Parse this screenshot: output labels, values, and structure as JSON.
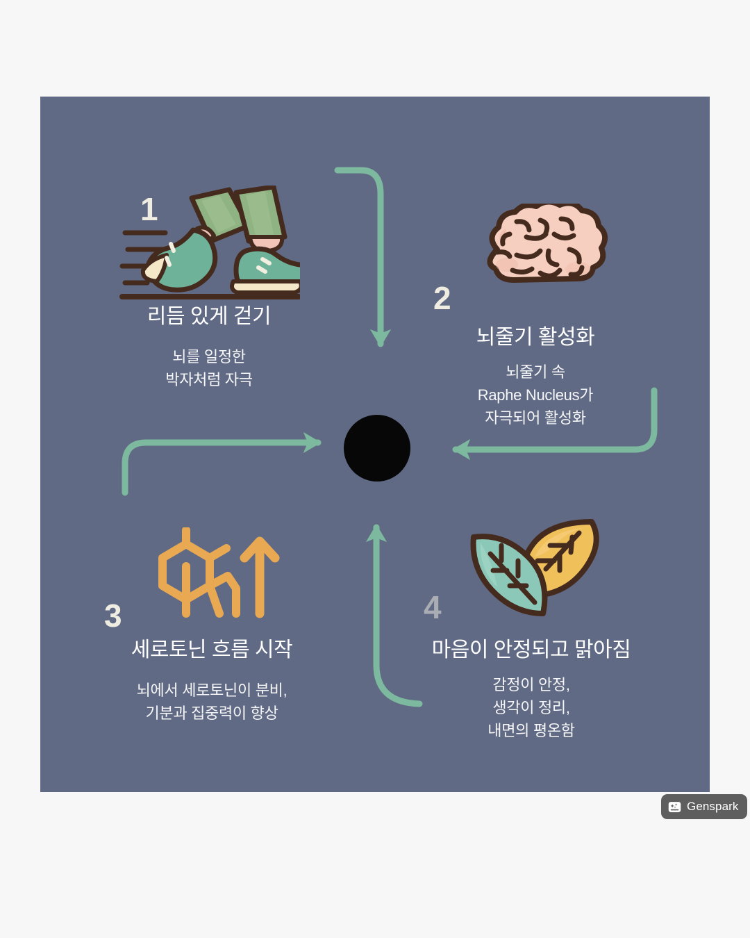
{
  "canvas": {
    "background": "#f7f7f7",
    "card_background": "#606a84"
  },
  "center": {
    "name": "center-node",
    "color": "#070707"
  },
  "palette": {
    "card_bg": "#606a84",
    "arrow": "#7db99f",
    "outline": "#452a1e",
    "pants_green": "#8fb382",
    "shoe_teal": "#6fb29a",
    "sole_cream": "#f5e8c8",
    "skin_pink": "#f2c4b8",
    "brain_pink": "#f6cfc0",
    "serotonin_orange": "#e9a952",
    "leaf_teal": "#8cc8b8",
    "leaf_amber": "#f0c05a",
    "number_cream": "#efece2"
  },
  "steps": [
    {
      "number": "1",
      "icon": "walking-legs-icon",
      "title": "리듬 있게 걷기",
      "description": "뇌를 일정한\n박자처럼 자극"
    },
    {
      "number": "2",
      "icon": "brain-icon",
      "title": "뇌줄기 활성화",
      "description": "뇌줄기 속\nRaphe Nucleus가\n자극되어 활성화"
    },
    {
      "number": "3",
      "icon": "serotonin-molecule-icon",
      "title": "세로토닌 흐름 시작",
      "description": "뇌에서 세로토닌이 분비,\n기분과 집중력이 향상"
    },
    {
      "number": "4",
      "icon": "leaves-icon",
      "title": "마음이 안정되고 맑아짐",
      "description": "감정이 안정,\n생각이 정리,\n내면의 평온함"
    }
  ],
  "watermark": {
    "label": "Genspark",
    "icon": "genspark-sparkle-icon"
  }
}
